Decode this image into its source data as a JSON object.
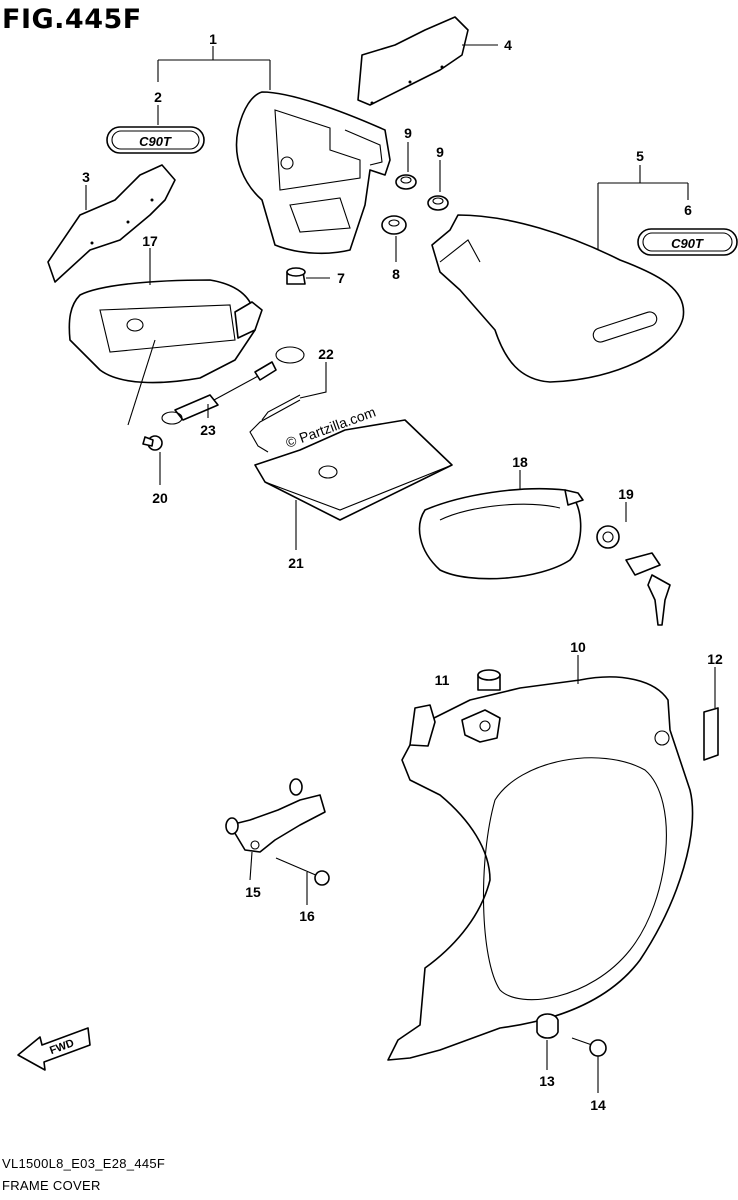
{
  "figure": {
    "title": "FIG.445F",
    "model_code": "VL1500L8_E03_E28_445F",
    "name": "FRAME COVER"
  },
  "watermark": "© Partzilla.com",
  "emblem_text": "C90T",
  "fwd_arrow": "FWD",
  "callouts": [
    "1",
    "2",
    "3",
    "4",
    "5",
    "6",
    "7",
    "8",
    "9",
    "9",
    "10",
    "11",
    "12",
    "13",
    "14",
    "15",
    "16",
    "17",
    "18",
    "19",
    "20",
    "21",
    "22",
    "23"
  ]
}
